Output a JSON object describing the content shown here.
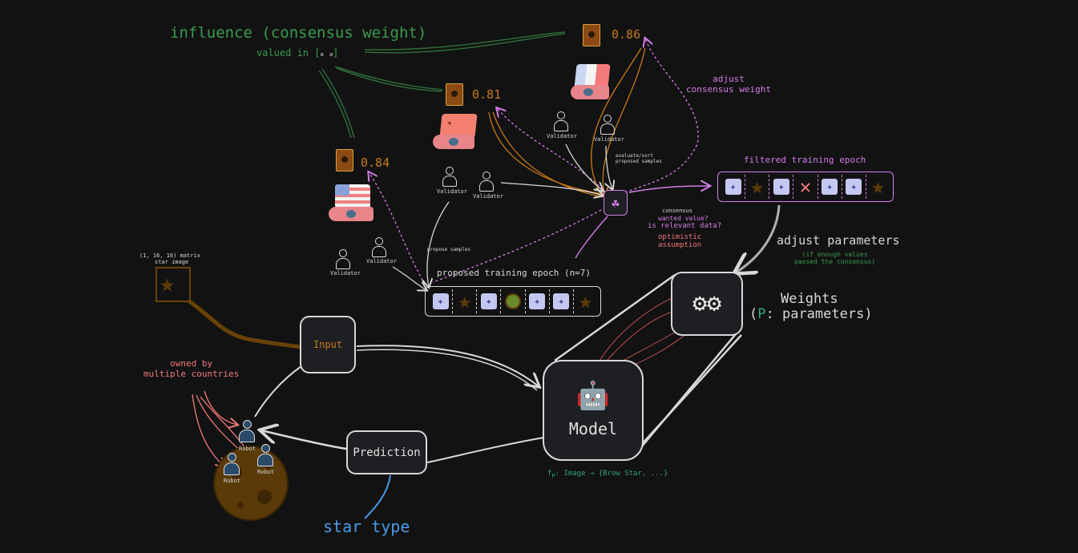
{
  "title": {
    "influence": "influence (consensus weight)",
    "valued_in": "valued in [",
    "valued_in_close": "]",
    "range_low": "a",
    "range_high": "a"
  },
  "countries": [
    {
      "score": "0.86"
    },
    {
      "score": "0.81"
    },
    {
      "score": "0.84"
    }
  ],
  "validator_label": "Validator",
  "robot_label": "Robot",
  "labels": {
    "adjust_consensus": "adjust\nconsensus weight",
    "evaluate_sort": "evaluate/sort\nproposed samples",
    "consensus": "consensus",
    "wanted_value": "wanted value?",
    "relevant_data": "is relevant data?",
    "optimistic": "optimistic\nassumption",
    "propose_samples": "propose samples",
    "filtered_epoch": "filtered training epoch",
    "proposed_epoch": "proposed training epoch (n=7)",
    "adjust_parameters": "adjust parameters",
    "if_enough": "(if enough values\npassed the consensus)",
    "weights_line1": "Weights",
    "weights_line2_open": "(",
    "weights_p": "P",
    "weights_line2_rest": ": parameters)",
    "matrix_line1": "(1, 16, 16) matrix",
    "matrix_line2": "star image",
    "owned_by": "owned by\nmultiple countries",
    "input": "Input",
    "prediction": "Prediction",
    "model": "Model",
    "function": "f",
    "function_sub": "P",
    "function_rest": ": Image → {Brow Star, ...}",
    "star_type": "star type"
  },
  "colors": {
    "green": "#3a9a4e",
    "orange": "#c77a1a",
    "pink": "#d47ee8",
    "salmon": "#f07a7a",
    "blue": "#4a9be8",
    "background": "#121212"
  },
  "icons": [
    "book-icon",
    "rocket-flag-icon",
    "validator-icon",
    "consensus-icon",
    "satellite-icon",
    "star-icon",
    "kiwi-icon",
    "x-icon",
    "gears-icon",
    "robot-icon",
    "planet-icon"
  ]
}
